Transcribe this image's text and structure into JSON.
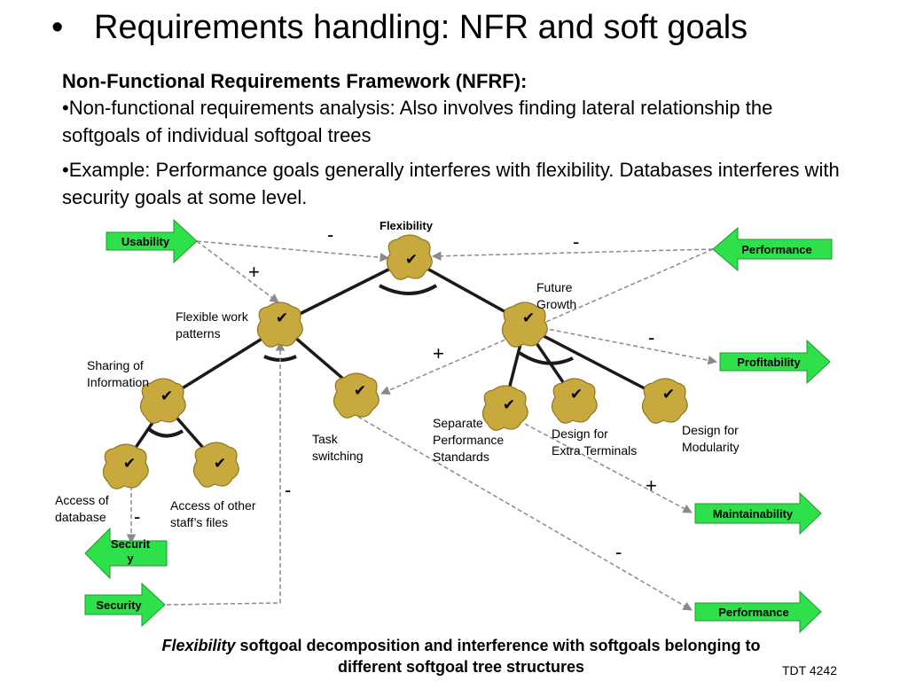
{
  "slide": {
    "title_bullet": "•",
    "title": "Requirements handling: NFR and soft goals",
    "heading": "Non-Functional Requirements Framework (NFRF):",
    "bullet1": "•Non-functional requirements analysis: Also involves finding lateral relationship the softgoals of individual softgoal trees",
    "bullet2": "•Example: Performance goals generally interferes with flexibility. Databases interferes with security goals at some level.",
    "caption_italic": "Flexibility",
    "caption_rest": " softgoal decomposition and interference with softgoals belonging to different softgoal tree structures",
    "footer": "TDT 4242"
  },
  "diagram": {
    "colors": {
      "softgoal_fill": "#c8a93e",
      "softgoal_edge": "#8f7526",
      "arrow_fill": "#2ee04a",
      "arrow_edge": "#1a9a2c"
    },
    "check_glyph": "✔",
    "node_labels": {
      "flexibility": "Flexibility",
      "flexible_work": "Flexible work\npatterns",
      "future_growth": "Future\nGrowth",
      "sharing": "Sharing of\nInformation",
      "task_switching": "Task\nswitching",
      "separate_perf": "Separate\nPerformance\nStandards",
      "extra_terminals": "Design for\nExtra Terminals",
      "modularity": "Design for\nModularity",
      "access_db": "Access of\ndatabase",
      "access_files": "Access of other\nstaff’s files"
    },
    "arrows": {
      "usability": "Usability",
      "performance_top": "Performance",
      "profitability": "Profitability",
      "maintainability": "Maintainability",
      "security_left": "Securit\ny",
      "security_bottom": "Security",
      "performance_bottom": "Performance"
    },
    "signs": {
      "s_flex_left": "-",
      "s_flex_right": "-",
      "s_usab_plus": "+",
      "s_future_minus": "-",
      "s_center_plus": "+",
      "s_maint_plus": "+",
      "s_task_minus": "-",
      "s_db_minus": "-",
      "s_perf_minus": "-"
    }
  }
}
